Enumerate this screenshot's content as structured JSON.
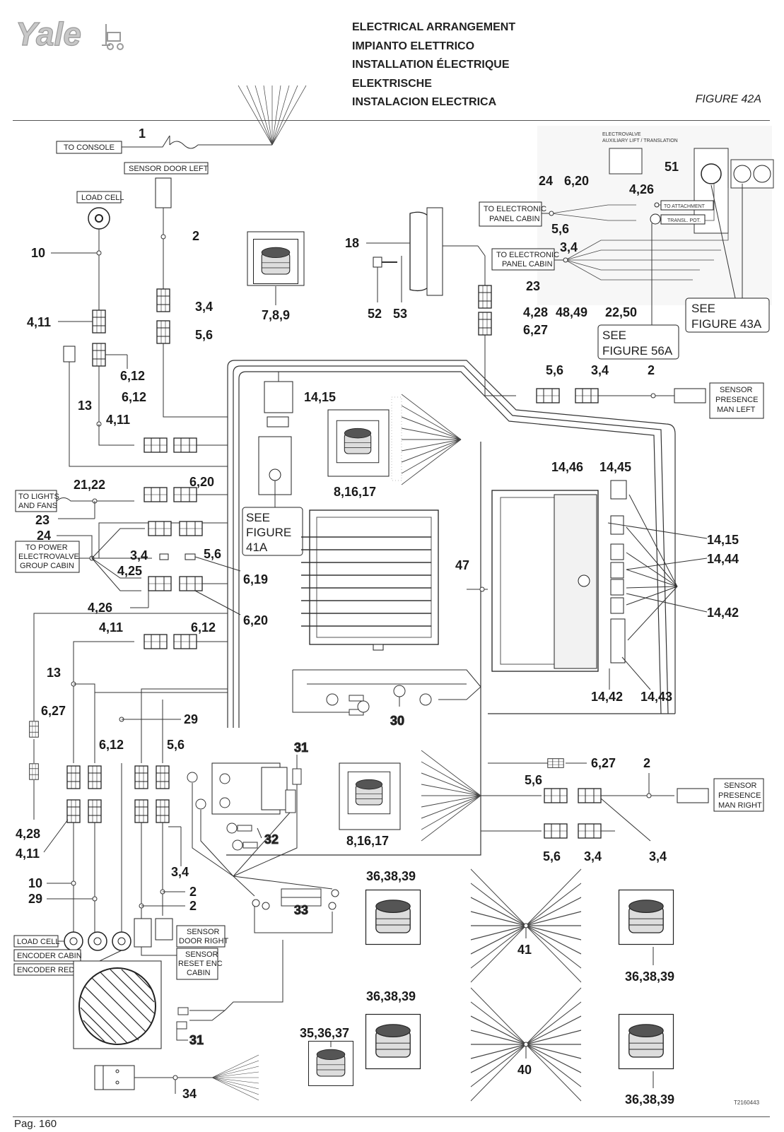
{
  "header": {
    "brand": "Yale",
    "titles": [
      "ELECTRICAL ARRANGEMENT",
      "IMPIANTO ELETTRICO",
      "INSTALLATION ÉLECTRIQUE",
      "ELEKTRISCHE",
      "INSTALACION ELECTRICA"
    ],
    "figure": "FIGURE 42A"
  },
  "footer": {
    "page": "Pag. 160",
    "drawing_code": "T2160443"
  },
  "labels": {
    "to_console": "TO CONSOLE",
    "sensor_door_left": "SENSOR DOOR LEFT",
    "load_cell_top": "LOAD CELL",
    "electrovalve_1": "ELECTROVALVE",
    "electrovalve_2": "AUXILIARY LIFT / TRANSLATION",
    "to_electronic_1a": "TO ELECTRONIC",
    "to_electronic_1b": "PANEL CABIN",
    "to_electronic_2a": "TO ELECTRONIC",
    "to_electronic_2b": "PANEL CABIN",
    "to_attachment": "TO ATTACHMENT",
    "transl_pot": "TRANSL. POT.",
    "see_43a_1": "SEE",
    "see_43a_2": "FIGURE 43A",
    "see_56a_1": "SEE",
    "see_56a_2": "FIGURE 56A",
    "see_41a_1": "SEE",
    "see_41a_2": "FIGURE",
    "see_41a_3": "41A",
    "spml_1": "SENSOR",
    "spml_2": "PRESENCE",
    "spml_3": "MAN LEFT",
    "spmr_1": "SENSOR",
    "spmr_2": "PRESENCE",
    "spmr_3": "MAN RIGHT",
    "lights_1": "TO LIGHTS",
    "lights_2": "AND FANS",
    "power_1": "TO POWER",
    "power_2": "ELECTROVALVE",
    "power_3": "GROUP CABIN",
    "load_cell_bottom": "LOAD CELL",
    "encoder_cabin": "ENCODER CABIN",
    "encoder_redon": "ENCODER REDON.",
    "sdr_1": "SENSOR",
    "sdr_2": "DOOR RIGHT",
    "sre_1": "SENSOR",
    "sre_2": "RESET ENC",
    "sre_3": "CABIN"
  },
  "callouts": {
    "c1": "1",
    "c2a": "2",
    "c2b": "2",
    "c2c": "2",
    "c2d": "2",
    "c2e": "2",
    "c10a": "10",
    "c10b": "10",
    "c411a": "4,11",
    "c411b": "4,11",
    "c411c": "4,11",
    "c411d": "4,11",
    "c34a": "3,4",
    "c34b": "3,4",
    "c34c": "3,4",
    "c34d": "3,4",
    "c34e": "3,4",
    "c34f": "3,4",
    "c34g": "3,4",
    "c56a": "5,6",
    "c56b": "5,6",
    "c56c": "5,6",
    "c56d": "5,6",
    "c56e": "5,6",
    "c56f": "5,6",
    "c789": "7,8,9",
    "c612a": "6,12",
    "c612b": "6,12",
    "c612c": "6,12",
    "c612d": "6,12",
    "c13a": "13",
    "c13b": "13",
    "c1415a": "14,15",
    "c1415b": "14,15",
    "c81617a": "8,16,17",
    "c81617b": "8,16,17",
    "c18": "18",
    "c52": "52",
    "c53": "53",
    "c428a": "4,28",
    "c428b": "4,28",
    "c627a": "6,27",
    "c627b": "6,27",
    "c627c": "6,27",
    "c24a": "24",
    "c24b": "24",
    "c620a": "6,20",
    "c620b": "6,20",
    "c620c": "6,20",
    "c426a": "4,26",
    "c426b": "4,26",
    "c51": "51",
    "c23a": "23",
    "c23b": "23",
    "c4849": "48,49",
    "c2250": "22,50",
    "c2122": "21,22",
    "c425": "4,25",
    "c619": "6,19",
    "c47": "47",
    "c1446": "14,46",
    "c1445": "14,45",
    "c1444": "14,44",
    "c1442a": "14,42",
    "c1442b": "14,42",
    "c1443": "14,43",
    "c29a": "29",
    "c29b": "29",
    "c30": "30",
    "c31a": "31",
    "c31b": "31",
    "c32": "32",
    "c33": "33",
    "c34": "34",
    "c353637": "35,36,37",
    "c363839a": "36,38,39",
    "c363839b": "36,38,39",
    "c363839c": "36,38,39",
    "c363839d": "36,38,39",
    "c40": "40",
    "c41": "41"
  }
}
